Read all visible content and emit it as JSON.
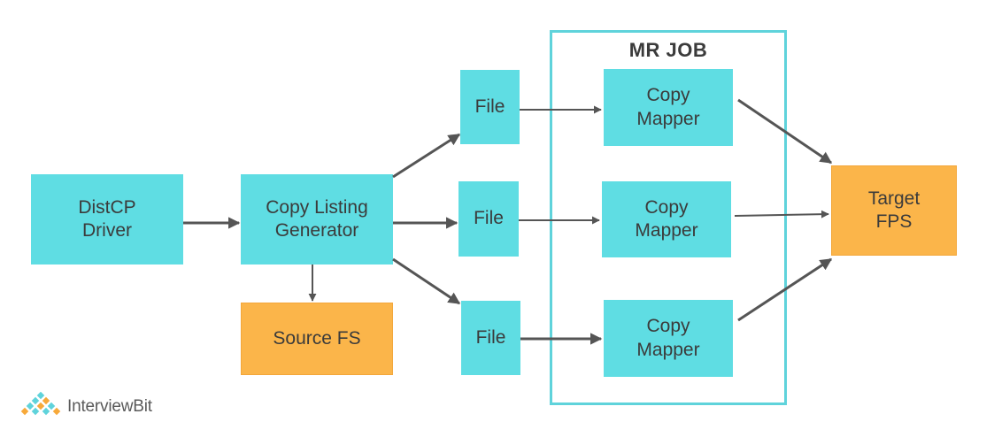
{
  "frame": {
    "title": "MR JOB"
  },
  "nodes": {
    "distcp_driver": {
      "label": "DistCP\nDriver"
    },
    "copy_listing_generator": {
      "label": "Copy Listing\nGenerator"
    },
    "source_fs": {
      "label": "Source FS"
    },
    "file_1": {
      "label": "File"
    },
    "file_2": {
      "label": "File"
    },
    "file_3": {
      "label": "File"
    },
    "copy_mapper_1": {
      "label": "Copy\nMapper"
    },
    "copy_mapper_2": {
      "label": "Copy\nMapper"
    },
    "copy_mapper_3": {
      "label": "Copy\nMapper"
    },
    "target_fps": {
      "label": "Target\nFPS"
    }
  },
  "colors": {
    "process": "#5fdde3",
    "storage": "#fbb54a",
    "frame": "#5fd3db",
    "arrow": "#555555"
  },
  "branding": {
    "logo_text": "InterviewBit",
    "logo_icon": "interviewbit-logo-icon"
  }
}
